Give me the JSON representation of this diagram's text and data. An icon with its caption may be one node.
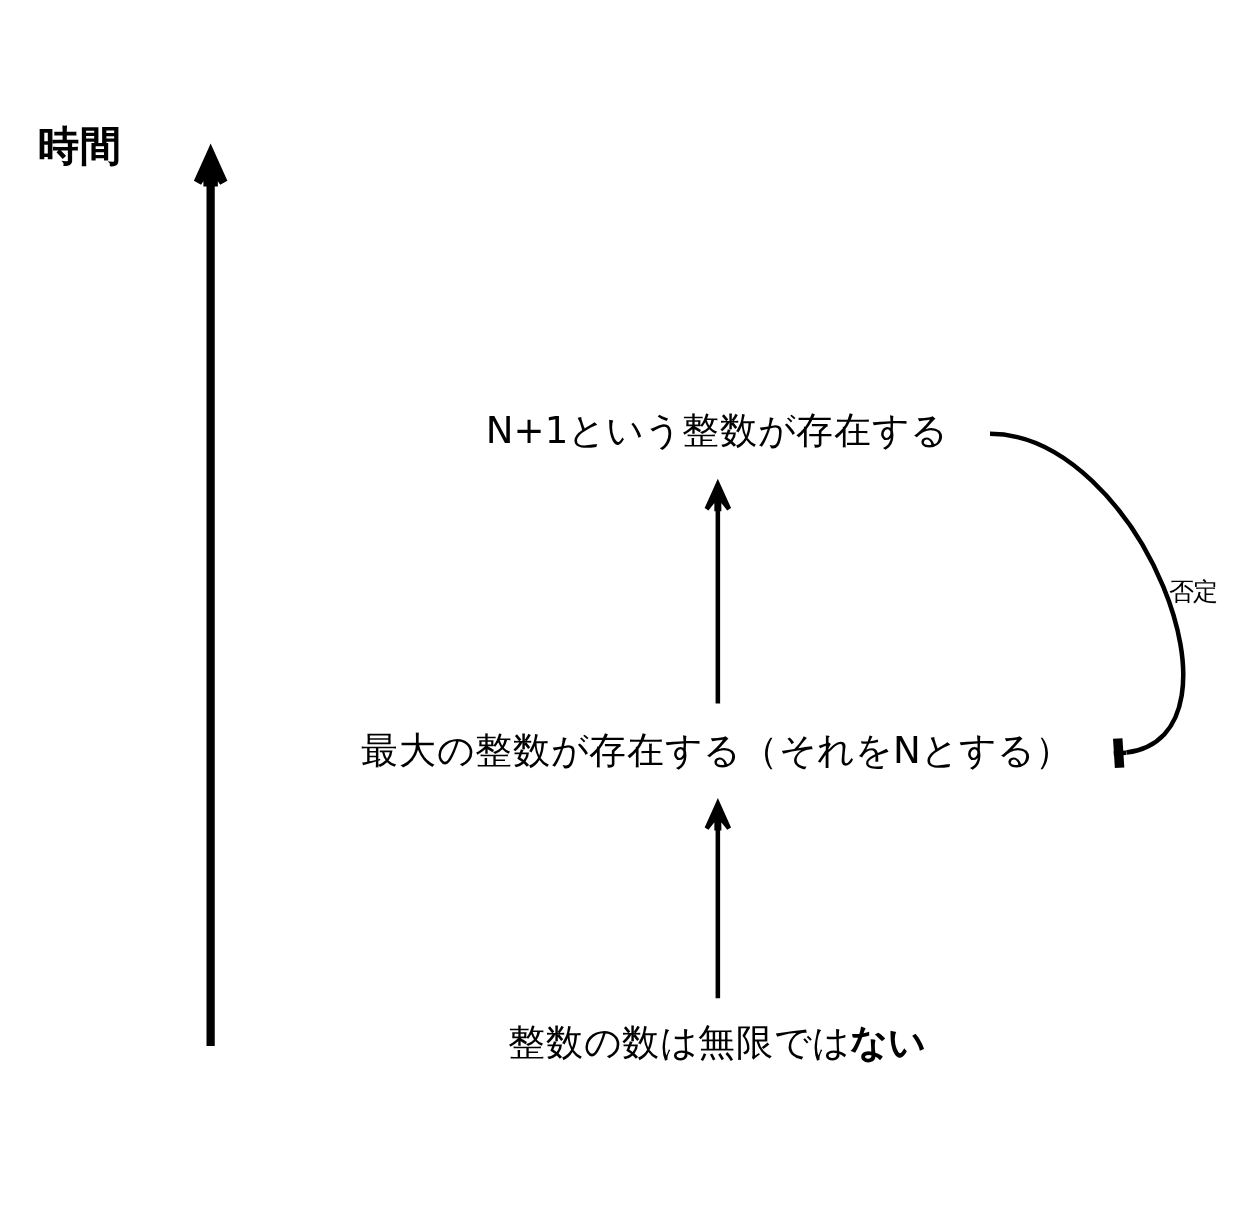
{
  "diagram": {
    "nodes": [
      {
        "text": [
          "N+1という整数が存在する"
        ]
      },
      {
        "text": [
          "最大の整数が存在する（それをNとする）"
        ]
      },
      {
        "text": [
          "整数の数は無限では**ない**"
        ]
      }
    ],
    "edges": [
      {
        "from": 2,
        "to": 1,
        "arrow": "to"
      },
      {
        "from": 1,
        "to": 0,
        "arrow": "to"
      },
      {
        "from": 0,
        "to": 1,
        "arrow": "other",
        "label": "否定"
      }
    ],
    "labels": [
      "時間"
    ]
  }
}
